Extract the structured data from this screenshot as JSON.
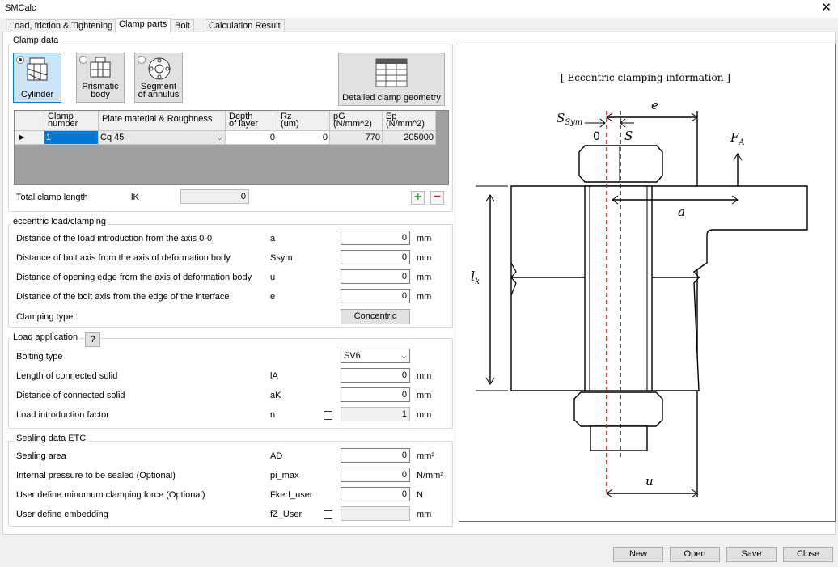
{
  "window": {
    "title": "SMCalc"
  },
  "tabs": [
    "Load, friction & Tightening",
    "Clamp parts",
    "Bolt",
    "Calculation Result"
  ],
  "clamp_data": {
    "group_label": "Clamp data",
    "types": {
      "cylinder": "Cylinder",
      "prismatic": "Prismatic\nbody",
      "segment": "Segment\nof annulus"
    },
    "detailed_btn": "Detailed clamp geometry",
    "grid": {
      "headers": [
        "Clamp\nnumber",
        "Plate material & Roughness",
        "Depth\nof layer",
        "Rz\n(um)",
        "pG\n(N/mm^2)",
        "Ep\n(N/mm^2)"
      ],
      "row": {
        "num": "1",
        "material": "Cq 45",
        "depth": "0",
        "rz": "0",
        "pg": "770",
        "ep": "205000"
      }
    },
    "total_label": "Total clamp length",
    "total_sym": "lK",
    "total_value": "0"
  },
  "eccentric": {
    "group_label": "eccentric load/clamping",
    "rows": [
      {
        "label": "Distance of the load introduction from the axis 0-0",
        "sym": "a",
        "value": "0",
        "unit": "mm"
      },
      {
        "label": "Distance of bolt axis from the axis of deformation body",
        "sym": "Ssym",
        "value": "0",
        "unit": "mm"
      },
      {
        "label": "Distance of opening edge from the axis of deformation body",
        "sym": "u",
        "value": "0",
        "unit": "mm"
      },
      {
        "label": "Distance of the bolt axis from the edge of the interface",
        "sym": "e",
        "value": "0",
        "unit": "mm"
      }
    ],
    "clamping_label": "Clamping type :",
    "clamping_value": "Concentric"
  },
  "load_app": {
    "group_label": "Load application",
    "help": "?",
    "bolting_label": "Bolting type",
    "bolting_value": "SV6",
    "rows": [
      {
        "label": "Length of connected solid",
        "sym": "lA",
        "value": "0",
        "unit": "mm"
      },
      {
        "label": "Distance of connected solid",
        "sym": "aK",
        "value": "0",
        "unit": "mm"
      },
      {
        "label": "Load introduction factor",
        "sym": "n",
        "value": "1",
        "unit": "mm"
      }
    ]
  },
  "sealing": {
    "group_label": "Sealing data  ETC",
    "rows": [
      {
        "label": "Sealing area",
        "sym": "AD",
        "value": "0",
        "unit": "mm²"
      },
      {
        "label": "Internal pressure to be sealed (Optional)",
        "sym": "pi_max",
        "value": "0",
        "unit": "N/mm²"
      },
      {
        "label": "User define minumum clamping force (Optional)",
        "sym": "Fkerf_user",
        "value": "0",
        "unit": "N"
      },
      {
        "label": "User define embedding",
        "sym": "fZ_User",
        "value": "",
        "unit": "mm"
      }
    ]
  },
  "diagram": {
    "title": "[ Eccentric clamping information ]",
    "labels": {
      "ssym": "S",
      "ssym_sub": "Sym",
      "zero": "0",
      "s": "S",
      "e": "e",
      "fa": "F",
      "fa_sub": "A",
      "a": "a",
      "lk": "l",
      "lk_sub": "k",
      "u": "u"
    }
  },
  "footer": {
    "new": "New",
    "open": "Open",
    "save": "Save",
    "close": "Close"
  }
}
